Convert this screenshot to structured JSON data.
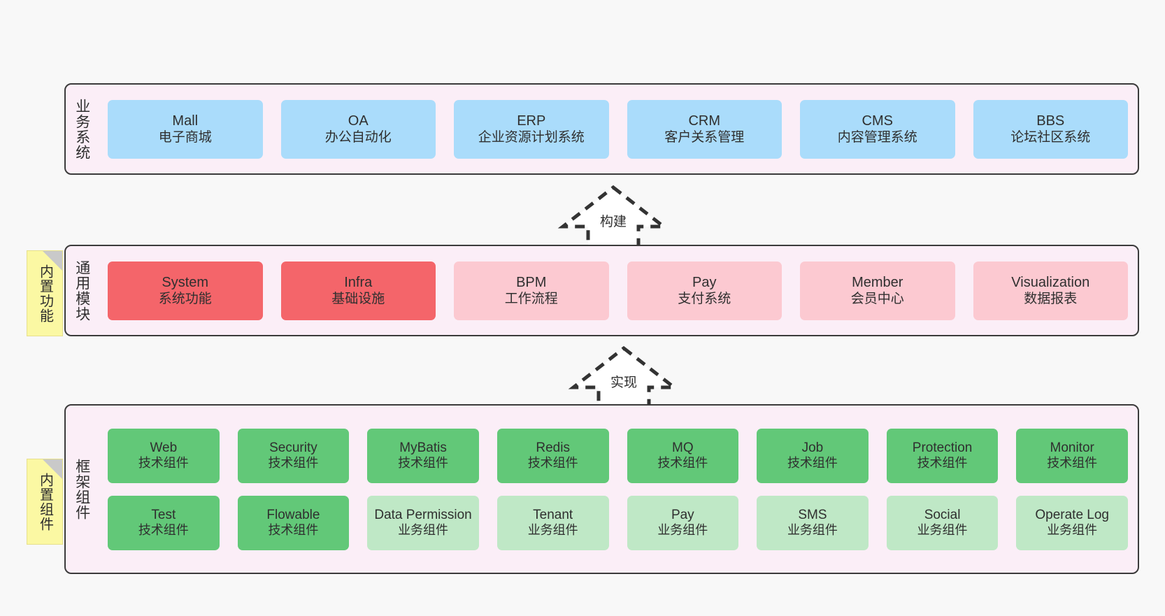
{
  "colors": {
    "panel_bg": "#fbeef7",
    "panel_border": "#3b3b3b",
    "business_card": "#aadcfb",
    "module_core": "#f4656a",
    "module_optional": "#fcc9d1",
    "component_tech": "#62c878",
    "component_biz": "#bfe8c6",
    "note_bg": "#fbf8a3",
    "canvas_bg": "#f8f8f8"
  },
  "layers": {
    "business": {
      "title": "业务系统",
      "cards": [
        {
          "title": "Mall",
          "subtitle": "电子商城"
        },
        {
          "title": "OA",
          "subtitle": "办公自动化"
        },
        {
          "title": "ERP",
          "subtitle": "企业资源计划系统"
        },
        {
          "title": "CRM",
          "subtitle": "客户关系管理"
        },
        {
          "title": "CMS",
          "subtitle": "内容管理系统"
        },
        {
          "title": "BBS",
          "subtitle": "论坛社区系统"
        }
      ]
    },
    "modules": {
      "title": "通用模块",
      "note": "内置功能",
      "cards": [
        {
          "title": "System",
          "subtitle": "系统功能",
          "variant": "core"
        },
        {
          "title": "Infra",
          "subtitle": "基础设施",
          "variant": "core"
        },
        {
          "title": "BPM",
          "subtitle": "工作流程",
          "variant": "optional"
        },
        {
          "title": "Pay",
          "subtitle": "支付系统",
          "variant": "optional"
        },
        {
          "title": "Member",
          "subtitle": "会员中心",
          "variant": "optional"
        },
        {
          "title": "Visualization",
          "subtitle": "数据报表",
          "variant": "optional"
        }
      ]
    },
    "framework": {
      "title": "框架组件",
      "note": "内置组件",
      "row1": [
        {
          "title": "Web",
          "subtitle": "技术组件",
          "variant": "tech"
        },
        {
          "title": "Security",
          "subtitle": "技术组件",
          "variant": "tech"
        },
        {
          "title": "MyBatis",
          "subtitle": "技术组件",
          "variant": "tech"
        },
        {
          "title": "Redis",
          "subtitle": "技术组件",
          "variant": "tech"
        },
        {
          "title": "MQ",
          "subtitle": "技术组件",
          "variant": "tech"
        },
        {
          "title": "Job",
          "subtitle": "技术组件",
          "variant": "tech"
        },
        {
          "title": "Protection",
          "subtitle": "技术组件",
          "variant": "tech"
        },
        {
          "title": "Monitor",
          "subtitle": "技术组件",
          "variant": "tech"
        }
      ],
      "row2": [
        {
          "title": "Test",
          "subtitle": "技术组件",
          "variant": "tech"
        },
        {
          "title": "Flowable",
          "subtitle": "技术组件",
          "variant": "tech"
        },
        {
          "title": "Data Permission",
          "subtitle": "业务组件",
          "variant": "biz"
        },
        {
          "title": "Tenant",
          "subtitle": "业务组件",
          "variant": "biz"
        },
        {
          "title": "Pay",
          "subtitle": "业务组件",
          "variant": "biz"
        },
        {
          "title": "SMS",
          "subtitle": "业务组件",
          "variant": "biz"
        },
        {
          "title": "Social",
          "subtitle": "业务组件",
          "variant": "biz"
        },
        {
          "title": "Operate Log",
          "subtitle": "业务组件",
          "variant": "biz"
        }
      ]
    }
  },
  "arrows": {
    "build": {
      "label": "构建"
    },
    "implement": {
      "label": "实现"
    }
  }
}
